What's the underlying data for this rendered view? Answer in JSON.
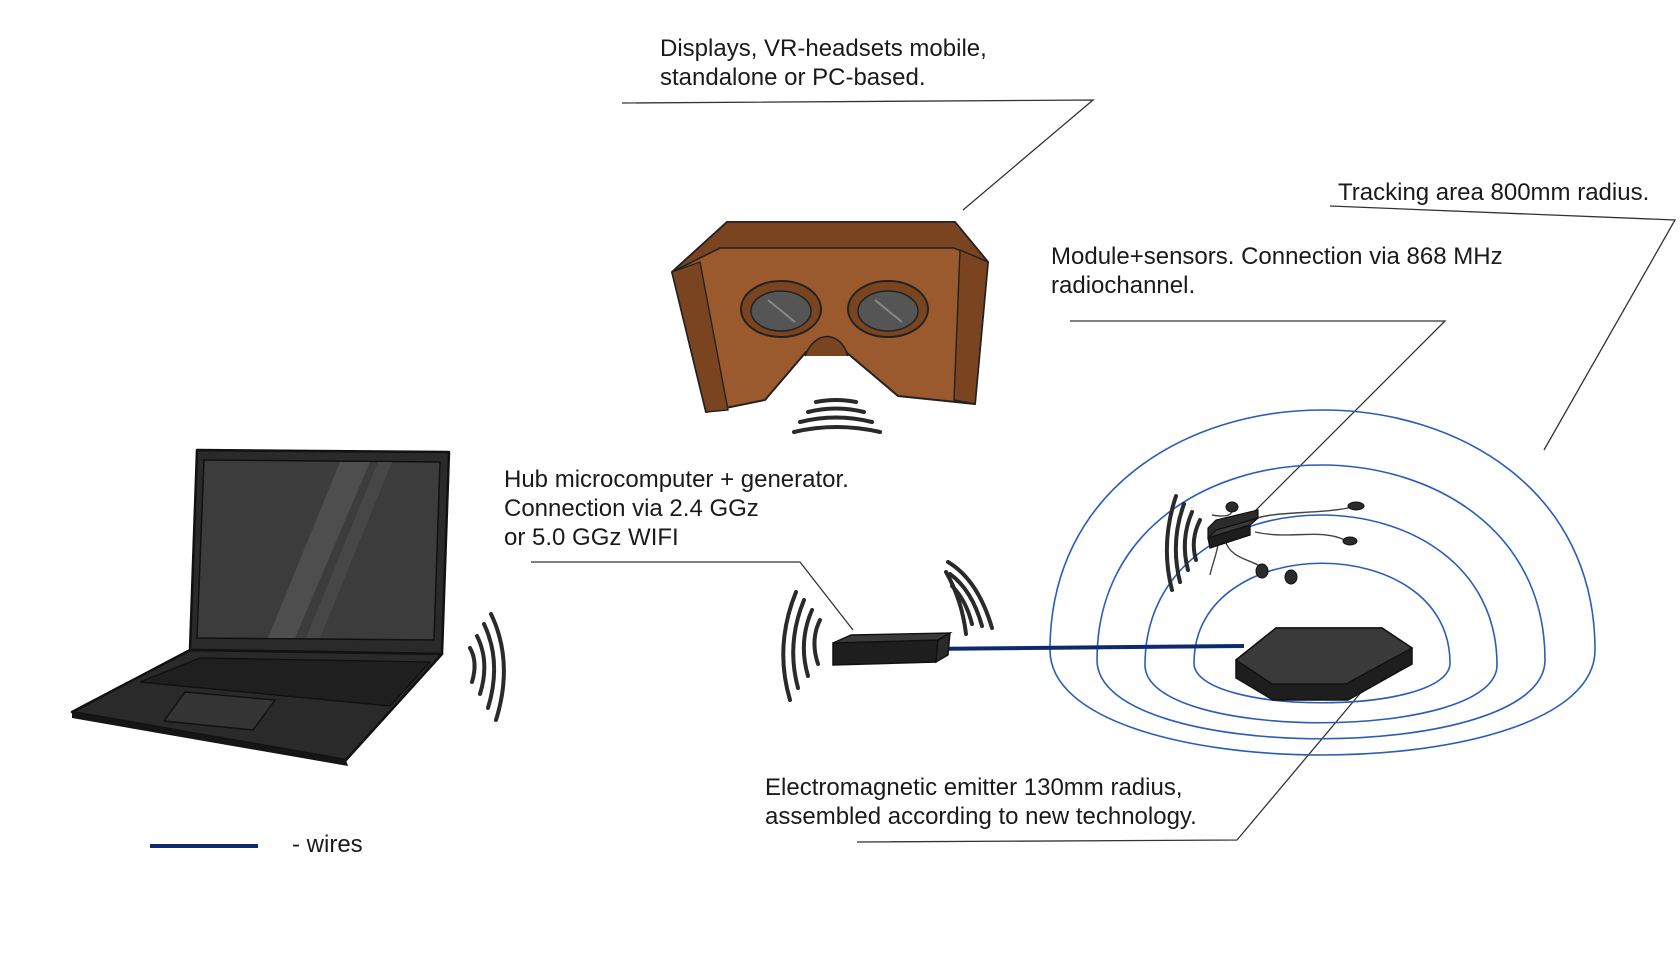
{
  "labels": {
    "displays": {
      "line1": "Displays, VR-headsets mobile,",
      "line2": "standalone or PC-based."
    },
    "tracking": {
      "line1": "Tracking area 800mm radius."
    },
    "module": {
      "line1": "Module+sensors. Connection via 868 MHz",
      "line2": "radiochannel."
    },
    "hub": {
      "line1": "Hub microcomputer + generator.",
      "line2": "Connection via 2.4 GGz",
      "line3": "or 5.0 GGz WIFI"
    },
    "emitter": {
      "line1": "Electromagnetic emitter 130mm radius,",
      "line2": "assembled according to new technology."
    },
    "legend": {
      "wires": "- wires"
    }
  },
  "colors": {
    "wire": "#0d2a6e",
    "field": "#2a5cb8",
    "cardboard": "#9a5a2e",
    "cardboard_dark": "#7a4420",
    "device": "#2b2b2b",
    "leader": "#333333"
  },
  "icons": {
    "headset": "vr-headset-icon",
    "laptop": "laptop-icon",
    "hub": "hub-box-icon",
    "emitter": "emitter-pad-icon",
    "module": "sensor-module-icon"
  }
}
